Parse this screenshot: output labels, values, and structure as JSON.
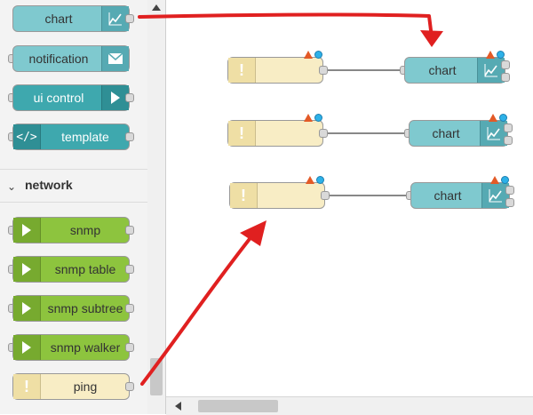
{
  "palette": {
    "dashboard_nodes": [
      {
        "label": "chart",
        "icon": "chart-icon"
      },
      {
        "label": "notification",
        "icon": "envelope-icon"
      },
      {
        "label": "ui control",
        "icon": "arrow-right-icon"
      },
      {
        "label": "template",
        "icon": "code-icon"
      }
    ],
    "section_title": "network",
    "network_nodes": [
      {
        "label": "snmp",
        "icon": "arrow-right-icon"
      },
      {
        "label": "snmp table",
        "icon": "arrow-right-icon"
      },
      {
        "label": "snmp subtree",
        "icon": "arrow-right-icon"
      },
      {
        "label": "snmp walker",
        "icon": "arrow-right-icon"
      },
      {
        "label": "ping",
        "icon": "exclamation-icon"
      }
    ]
  },
  "flow": {
    "chart_label": "chart",
    "rows": 3
  },
  "colors": {
    "dashboard_teal": "#7fc9cf",
    "dashboard_icon_teal": "#56aab3",
    "ui_control_teal": "#3ea8ae",
    "network_green": "#8dc43e",
    "ping_yellow": "#f8edc5",
    "annotation_red": "#e02020"
  }
}
